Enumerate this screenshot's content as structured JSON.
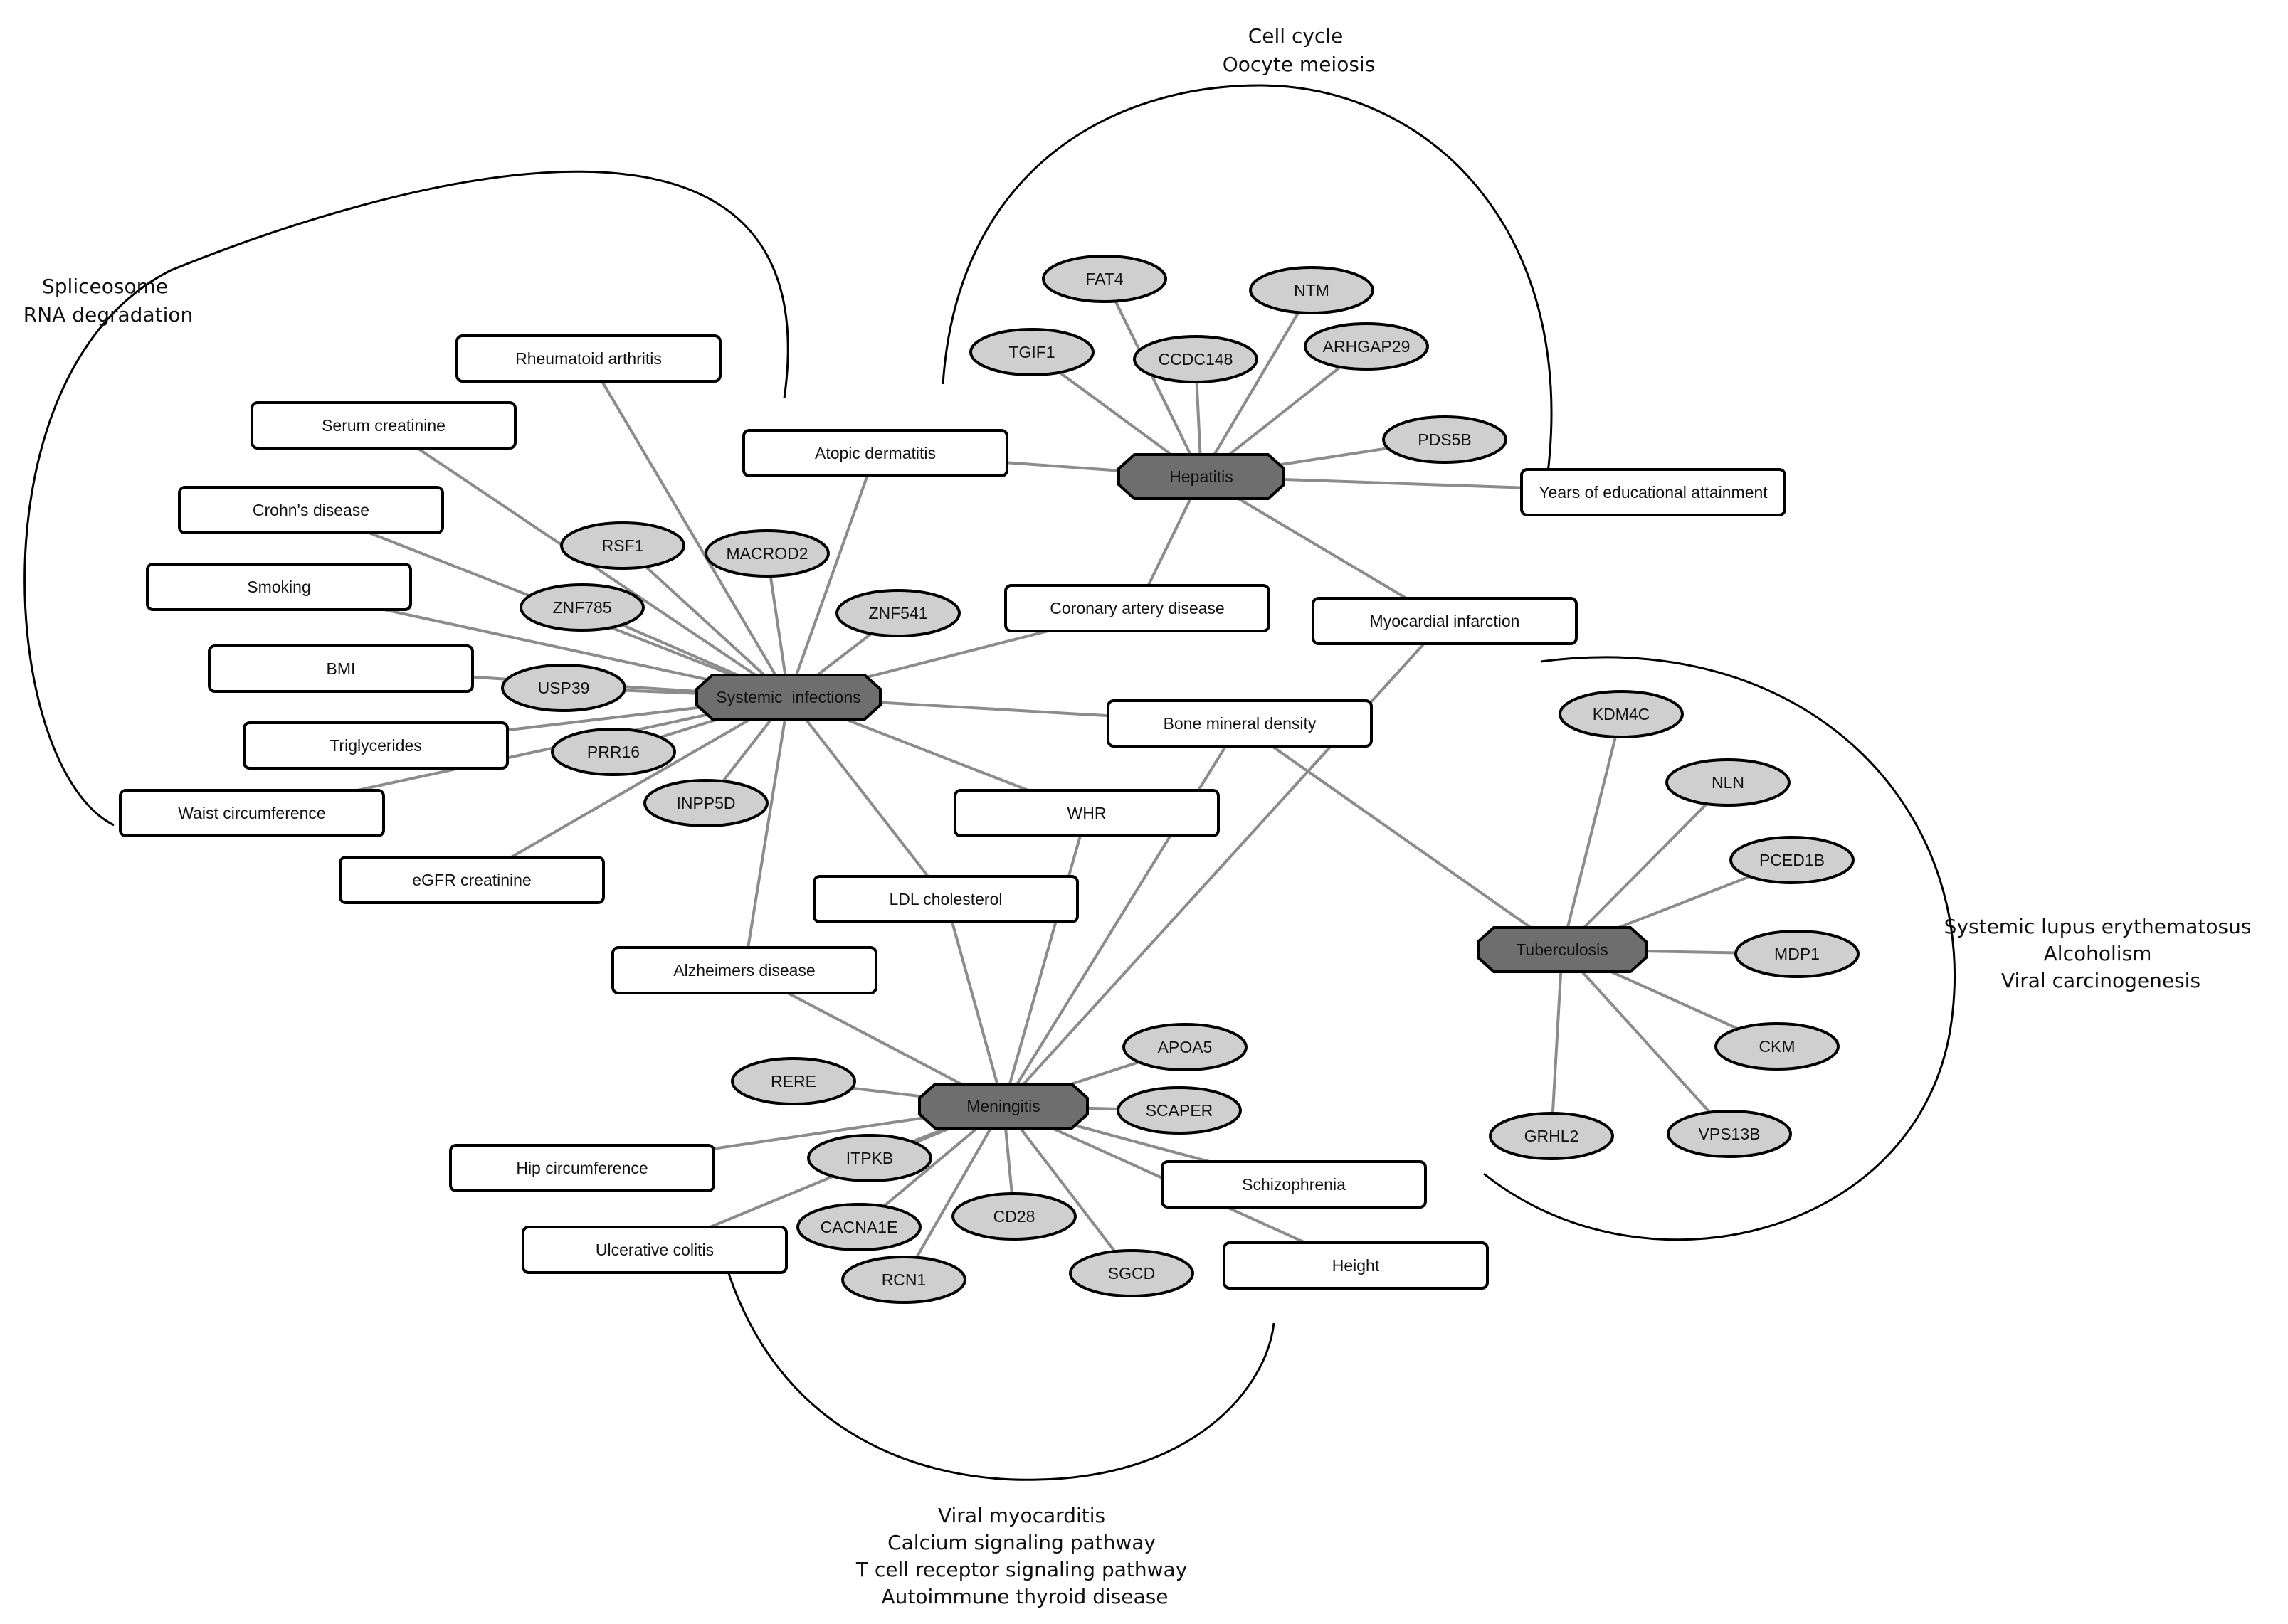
{
  "colors": {
    "edge": "#8c8c8c",
    "hub_fill": "#6e6e6e",
    "gene_fill": "#cfcfcf",
    "trait_fill": "#ffffff",
    "stroke": "#000000"
  },
  "annotations": {
    "topleft": [
      "Spliceosome",
      "RNA degradation"
    ],
    "topmid": [
      "Cell cycle",
      "Oocyte meiosis"
    ],
    "right": [
      "Systemic lupus erythematosus",
      "Alcoholism",
      "Viral carcinogenesis"
    ],
    "bottom": [
      "Viral myocarditis",
      "Calcium signaling pathway",
      "T cell receptor signaling pathway",
      "Autoimmune thyroid disease"
    ]
  },
  "nodes": {
    "systemic": {
      "label": "Systemic  infections",
      "kind": "hub"
    },
    "hepatitis": {
      "label": "Hepatitis",
      "kind": "hub"
    },
    "tuberculosis": {
      "label": "Tuberculosis",
      "kind": "hub"
    },
    "meningitis": {
      "label": "Meningitis",
      "kind": "hub"
    },
    "ra": {
      "label": "Rheumatoid arthritis",
      "kind": "trait"
    },
    "serum": {
      "label": "Serum creatinine",
      "kind": "trait"
    },
    "crohn": {
      "label": "Crohn's disease",
      "kind": "trait"
    },
    "smoking": {
      "label": "Smoking",
      "kind": "trait"
    },
    "bmi": {
      "label": "BMI",
      "kind": "trait"
    },
    "trig": {
      "label": "Triglycerides",
      "kind": "trait"
    },
    "waist": {
      "label": "Waist circumference",
      "kind": "trait"
    },
    "egfr": {
      "label": "eGFR creatinine",
      "kind": "trait"
    },
    "atopic": {
      "label": "Atopic dermatitis",
      "kind": "trait"
    },
    "cad": {
      "label": "Coronary artery disease",
      "kind": "trait"
    },
    "mi": {
      "label": "Myocardial infarction",
      "kind": "trait"
    },
    "yea": {
      "label": "Years of educational attainment",
      "kind": "trait"
    },
    "bmd": {
      "label": "Bone mineral density",
      "kind": "trait"
    },
    "whr": {
      "label": "WHR",
      "kind": "trait"
    },
    "ldl": {
      "label": "LDL cholesterol",
      "kind": "trait"
    },
    "alz": {
      "label": "Alzheimers disease",
      "kind": "trait"
    },
    "hip": {
      "label": "Hip circumference",
      "kind": "trait"
    },
    "uc": {
      "label": "Ulcerative colitis",
      "kind": "trait"
    },
    "schiz": {
      "label": "Schizophrenia",
      "kind": "trait"
    },
    "height": {
      "label": "Height",
      "kind": "trait"
    },
    "rsf1": {
      "label": "RSF1",
      "kind": "gene"
    },
    "macrod2": {
      "label": "MACROD2",
      "kind": "gene"
    },
    "znf785": {
      "label": "ZNF785",
      "kind": "gene"
    },
    "znf541": {
      "label": "ZNF541",
      "kind": "gene"
    },
    "usp39": {
      "label": "USP39",
      "kind": "gene"
    },
    "prr16": {
      "label": "PRR16",
      "kind": "gene"
    },
    "inpp5d": {
      "label": "INPP5D",
      "kind": "gene"
    },
    "fat4": {
      "label": "FAT4",
      "kind": "gene"
    },
    "ntm": {
      "label": "NTM",
      "kind": "gene"
    },
    "tgif1": {
      "label": "TGIF1",
      "kind": "gene"
    },
    "ccdc148": {
      "label": "CCDC148",
      "kind": "gene"
    },
    "arhgap29": {
      "label": "ARHGAP29",
      "kind": "gene"
    },
    "pds5b": {
      "label": "PDS5B",
      "kind": "gene"
    },
    "kdm4c": {
      "label": "KDM4C",
      "kind": "gene"
    },
    "nln": {
      "label": "NLN",
      "kind": "gene"
    },
    "pced1b": {
      "label": "PCED1B",
      "kind": "gene"
    },
    "mdp1": {
      "label": "MDP1",
      "kind": "gene"
    },
    "ckm": {
      "label": "CKM",
      "kind": "gene"
    },
    "grhl2": {
      "label": "GRHL2",
      "kind": "gene"
    },
    "vps13b": {
      "label": "VPS13B",
      "kind": "gene"
    },
    "apoa5": {
      "label": "APOA5",
      "kind": "gene"
    },
    "rere": {
      "label": "RERE",
      "kind": "gene"
    },
    "scaper": {
      "label": "SCAPER",
      "kind": "gene"
    },
    "itpkb": {
      "label": "ITPKB",
      "kind": "gene"
    },
    "cd28": {
      "label": "CD28",
      "kind": "gene"
    },
    "cacna1e": {
      "label": "CACNA1E",
      "kind": "gene"
    },
    "rcn1": {
      "label": "RCN1",
      "kind": "gene"
    },
    "sgcd": {
      "label": "SGCD",
      "kind": "gene"
    }
  },
  "edges": [
    [
      "systemic",
      "ra"
    ],
    [
      "systemic",
      "serum"
    ],
    [
      "systemic",
      "crohn"
    ],
    [
      "systemic",
      "smoking"
    ],
    [
      "systemic",
      "bmi"
    ],
    [
      "systemic",
      "trig"
    ],
    [
      "systemic",
      "waist"
    ],
    [
      "systemic",
      "egfr"
    ],
    [
      "systemic",
      "rsf1"
    ],
    [
      "systemic",
      "macrod2"
    ],
    [
      "systemic",
      "znf785"
    ],
    [
      "systemic",
      "znf541"
    ],
    [
      "systemic",
      "usp39"
    ],
    [
      "systemic",
      "prr16"
    ],
    [
      "systemic",
      "inpp5d"
    ],
    [
      "systemic",
      "atopic"
    ],
    [
      "systemic",
      "cad"
    ],
    [
      "systemic",
      "bmd"
    ],
    [
      "systemic",
      "whr"
    ],
    [
      "systemic",
      "ldl"
    ],
    [
      "systemic",
      "alz"
    ],
    [
      "hepatitis",
      "tgif1"
    ],
    [
      "hepatitis",
      "fat4"
    ],
    [
      "hepatitis",
      "ccdc148"
    ],
    [
      "hepatitis",
      "ntm"
    ],
    [
      "hepatitis",
      "arhgap29"
    ],
    [
      "hepatitis",
      "pds5b"
    ],
    [
      "hepatitis",
      "yea"
    ],
    [
      "hepatitis",
      "atopic"
    ],
    [
      "hepatitis",
      "cad"
    ],
    [
      "hepatitis",
      "mi"
    ],
    [
      "tuberculosis",
      "kdm4c"
    ],
    [
      "tuberculosis",
      "nln"
    ],
    [
      "tuberculosis",
      "pced1b"
    ],
    [
      "tuberculosis",
      "mdp1"
    ],
    [
      "tuberculosis",
      "ckm"
    ],
    [
      "tuberculosis",
      "vps13b"
    ],
    [
      "tuberculosis",
      "grhl2"
    ],
    [
      "tuberculosis",
      "bmd"
    ],
    [
      "meningitis",
      "alz"
    ],
    [
      "meningitis",
      "ldl"
    ],
    [
      "meningitis",
      "whr"
    ],
    [
      "meningitis",
      "bmd"
    ],
    [
      "meningitis",
      "mi"
    ],
    [
      "meningitis",
      "apoa5"
    ],
    [
      "meningitis",
      "scaper"
    ],
    [
      "meningitis",
      "rere"
    ],
    [
      "meningitis",
      "hip"
    ],
    [
      "meningitis",
      "uc"
    ],
    [
      "meningitis",
      "itpkb"
    ],
    [
      "meningitis",
      "cacna1e"
    ],
    [
      "meningitis",
      "rcn1"
    ],
    [
      "meningitis",
      "cd28"
    ],
    [
      "meningitis",
      "sgcd"
    ],
    [
      "meningitis",
      "schiz"
    ],
    [
      "meningitis",
      "height"
    ]
  ]
}
